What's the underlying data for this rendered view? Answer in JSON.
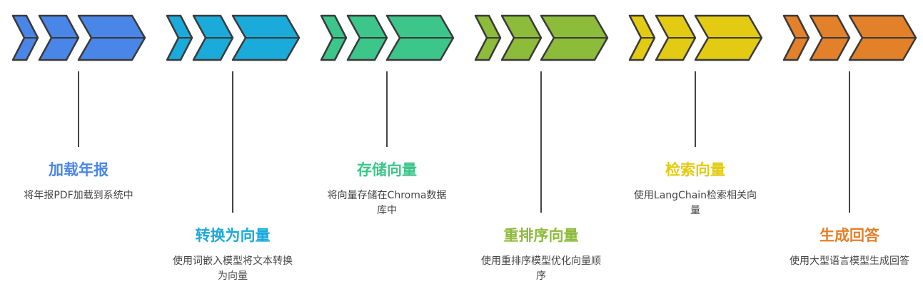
{
  "steps": [
    {
      "title": "加载年报",
      "desc": "将年报PDF加载到系统中",
      "color": "#4A86E8",
      "position": "upper"
    },
    {
      "title": "转换为向量",
      "desc": "使用词嵌入模型将文本转换为向量",
      "color": "#1AABDB",
      "position": "lower"
    },
    {
      "title": "存储向量",
      "desc": "将向量存储在Chroma数据库中",
      "color": "#3CC68A",
      "position": "upper"
    },
    {
      "title": "重排序向量",
      "desc": "使用重排序模型优化向量顺序",
      "color": "#8DBB3A",
      "position": "lower"
    },
    {
      "title": "检索向量",
      "desc": "使用LangChain检索相关向量",
      "color": "#E2CB12",
      "position": "upper"
    },
    {
      "title": "生成回答",
      "desc": "使用大型语言模型生成回答",
      "color": "#E3802A",
      "position": "lower"
    }
  ]
}
